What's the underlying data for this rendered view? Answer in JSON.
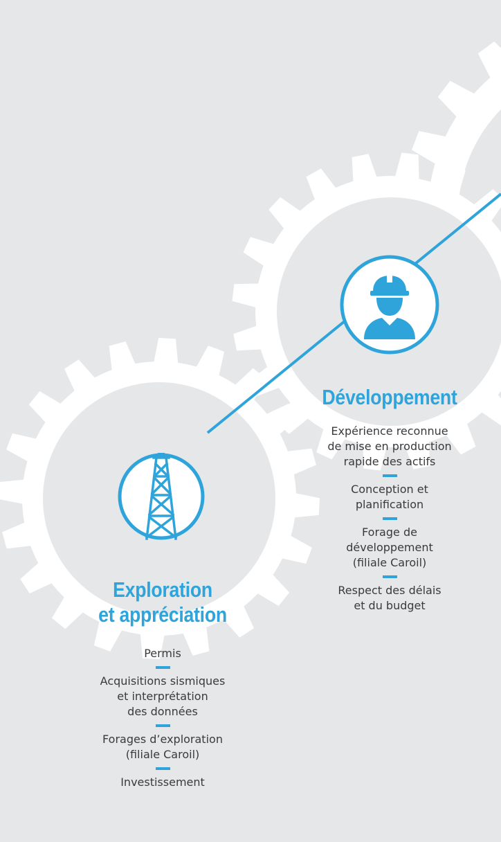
{
  "colors": {
    "accent": "#2fa4da",
    "gear": "#ffffff",
    "background": "#e6e7e9",
    "text": "#3a3a3c"
  },
  "stages": [
    {
      "id": "exploration",
      "icon": "oil-derrick-icon",
      "title_lines": [
        "Exploration",
        "et appréciation"
      ],
      "items": [
        "Permis",
        "Acquisitions sismiques\net interprétation\ndes données",
        "Forages d’exploration\n(filiale Caroil)",
        "Investissement"
      ]
    },
    {
      "id": "developpement",
      "icon": "construction-worker-icon",
      "title_lines": [
        "Développement"
      ],
      "items": [
        "Expérience reconnue\nde mise en production\nrapide des actifs",
        "Conception et\nplanification",
        "Forage de\ndéveloppement\n(filiale Caroil)",
        "Respect des délais\net du budget"
      ]
    }
  ]
}
